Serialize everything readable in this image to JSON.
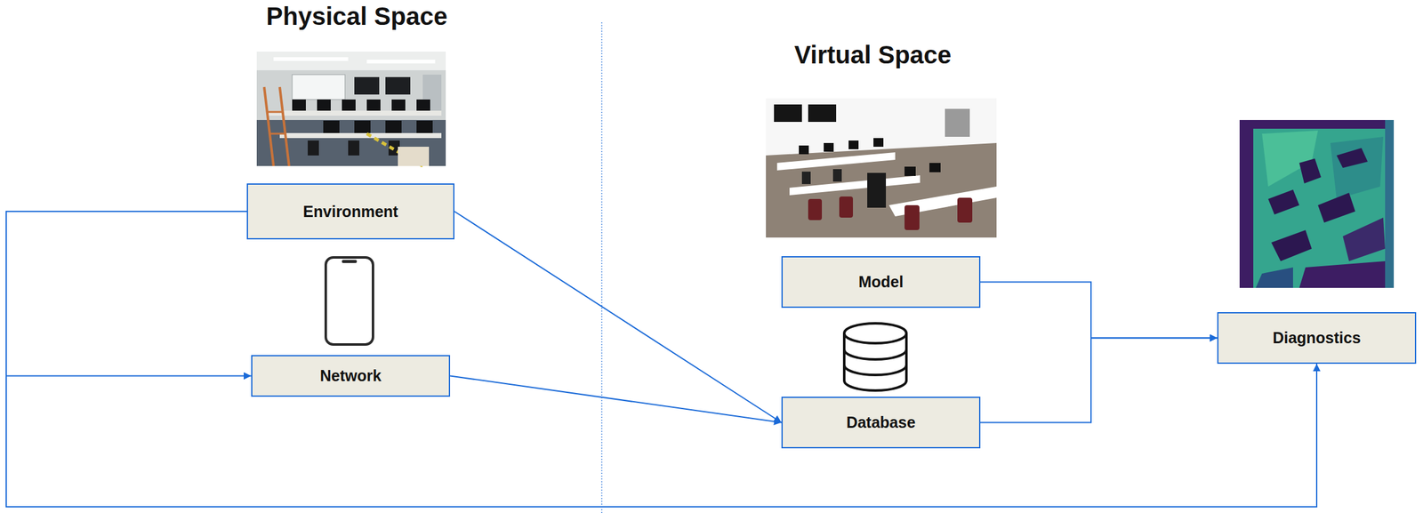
{
  "diagram": {
    "nodes": [
      {
        "text": [
          "Environment"
        ]
      },
      {
        "text": [
          "Network"
        ]
      },
      {
        "text": [
          "Model"
        ]
      },
      {
        "text": [
          "Database"
        ]
      },
      {
        "text": [
          "Diagnostics"
        ]
      }
    ],
    "edges": [
      {
        "from": 0,
        "to": 1,
        "arrow": "to"
      },
      {
        "from": 0,
        "to": 4,
        "arrow": "to"
      },
      {
        "from": 0,
        "to": 3,
        "arrow": "to"
      },
      {
        "from": 1,
        "to": 3,
        "arrow": "to"
      },
      {
        "from": 2,
        "to": 4,
        "arrow": "to"
      },
      {
        "from": 3,
        "to": 4,
        "arrow": "to"
      }
    ],
    "labels": [
      "Physical Space",
      "Virtual Space"
    ]
  }
}
